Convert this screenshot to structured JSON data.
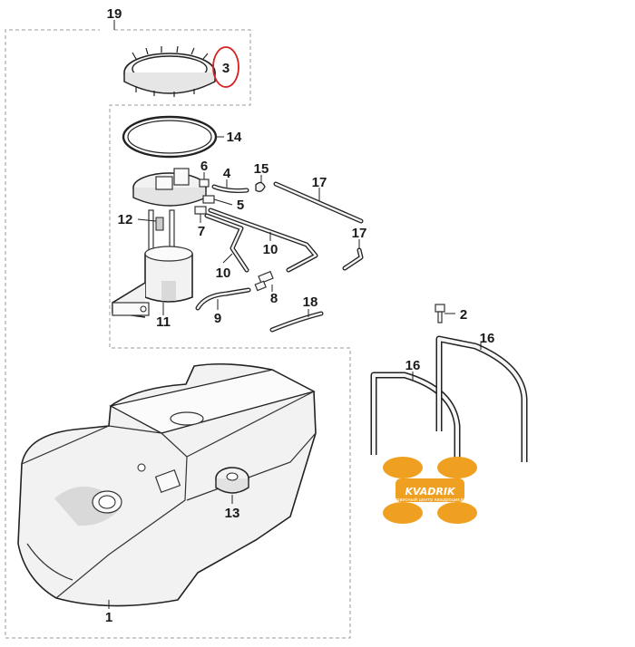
{
  "callouts": {
    "c19": "19",
    "c3": "3",
    "c14": "14",
    "c6": "6",
    "c4": "4",
    "c15": "15",
    "c17a": "17",
    "c5": "5",
    "c12": "12",
    "c7": "7",
    "c10a": "10",
    "c17b": "17",
    "c10b": "10",
    "c8": "8",
    "c18": "18",
    "c9": "9",
    "c11": "11",
    "c2": "2",
    "c16a": "16",
    "c16b": "16",
    "c13": "13",
    "c1": "1"
  },
  "watermark": {
    "brand": "KVADRIK",
    "tagline": "сервисный центр квадроциклов"
  },
  "colors": {
    "highlight_circle": "#d62020",
    "watermark": "#f0a020",
    "line": "#222222"
  }
}
